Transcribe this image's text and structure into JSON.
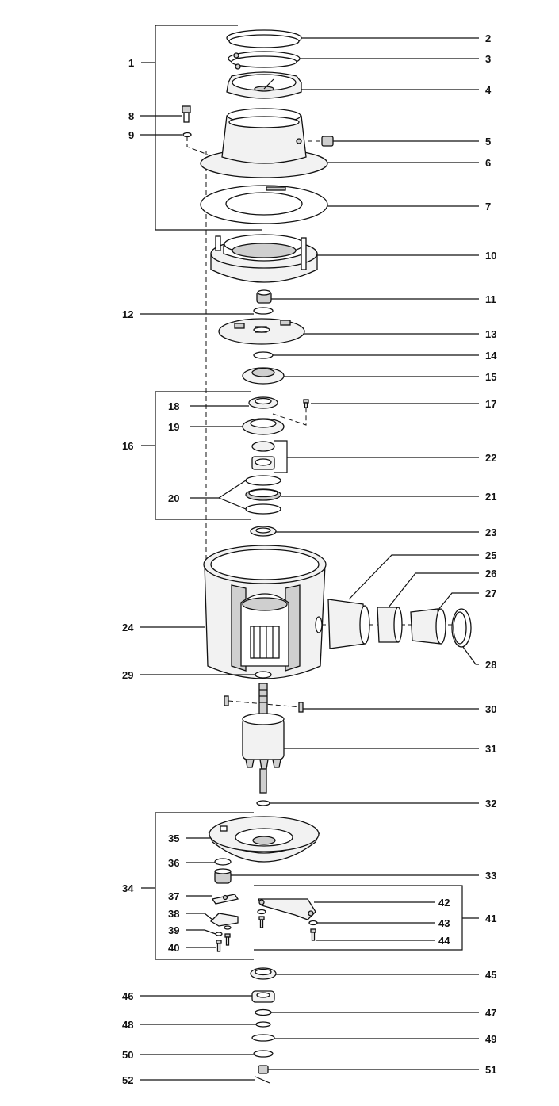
{
  "callouts": {
    "c1": "1",
    "c2": "2",
    "c3": "3",
    "c4": "4",
    "c5": "5",
    "c6": "6",
    "c7": "7",
    "c8": "8",
    "c9": "9",
    "c10": "10",
    "c11": "11",
    "c12": "12",
    "c13": "13",
    "c14": "14",
    "c15": "15",
    "c16": "16",
    "c17": "17",
    "c18": "18",
    "c19": "19",
    "c20": "20",
    "c21": "21",
    "c22": "22",
    "c23": "23",
    "c24": "24",
    "c25": "25",
    "c26": "26",
    "c27": "27",
    "c28": "28",
    "c29": "29",
    "c30": "30",
    "c31": "31",
    "c32": "32",
    "c33": "33",
    "c34": "34",
    "c35": "35",
    "c36": "36",
    "c37": "37",
    "c38": "38",
    "c39": "39",
    "c40": "40",
    "c41": "41",
    "c42": "42",
    "c43": "43",
    "c44": "44",
    "c45": "45",
    "c46": "46",
    "c47": "47",
    "c48": "48",
    "c49": "49",
    "c50": "50",
    "c51": "51",
    "c52": "52"
  }
}
